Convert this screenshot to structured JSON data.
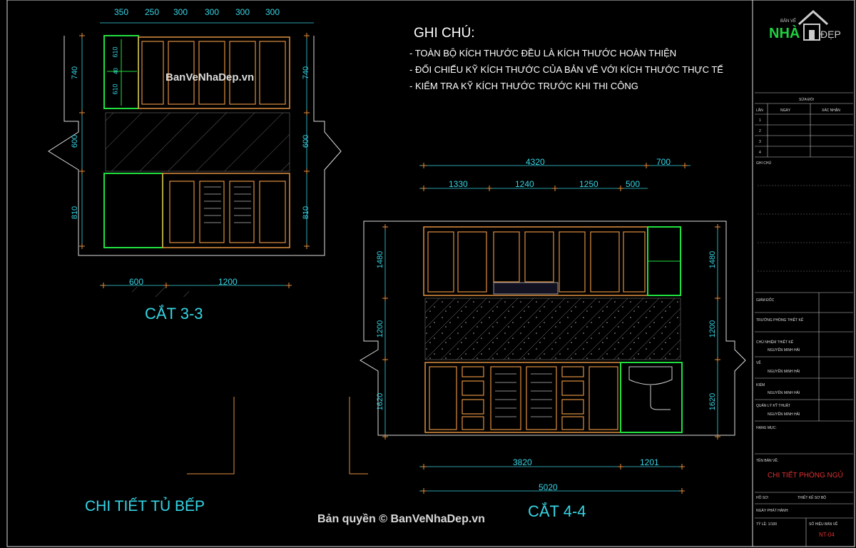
{
  "notes": {
    "title": "GHI CHÚ:",
    "items": [
      "- TOÀN BỘ KÍCH THƯỚC ĐỀU LÀ KÍCH THƯỚC HOÀN THIỆN",
      "- ĐỐI CHIẾU KỸ KÍCH THƯỚC CỦA BẢN VẼ VỚI KÍCH THƯỚC THỰC TẾ",
      "- KIỂM TRA KỸ KÍCH THƯỚC TRƯỚC KHI THI CÔNG"
    ]
  },
  "section_33": {
    "title": "CẮT 3-3",
    "top_dims": [
      "350",
      "250",
      "300",
      "300",
      "300",
      "300"
    ],
    "left_dims": [
      "740",
      "600",
      "810"
    ],
    "right_dims": [
      "740",
      "600",
      "810"
    ],
    "inner_dims": [
      "610",
      "610",
      "40"
    ],
    "bottom_dims": [
      "600",
      "1200"
    ]
  },
  "section_44": {
    "title": "CẮT 4-4",
    "top_total": "4320",
    "top_extra": "700",
    "top_dims": [
      "1330",
      "1240",
      "1250",
      "500"
    ],
    "left_dims": [
      "1480",
      "1200",
      "1620"
    ],
    "right_dims": [
      "1480",
      "1200",
      "1620"
    ],
    "bottom_dims": [
      "3820",
      "1201"
    ],
    "bottom_total": "5020"
  },
  "sheet_caption": "CHI TIẾT TỦ BẾP",
  "watermarks": {
    "top": "BanVeNhaDep.vn",
    "bottom": "Bản quyền © BanVeNhaDep.vn"
  },
  "title_block": {
    "logo_small": "BẢN VẼ",
    "logo_main": "NHÀ",
    "logo_side": "ĐẸP",
    "revision_header": "SỬA ĐỔI",
    "rev_col1": "LẦN",
    "rev_col2": "NGÀY",
    "rev_col3": "XÁC NHẬN",
    "rev_rows": [
      "1",
      "2",
      "3",
      "4"
    ],
    "notes_label": "GHI CHÚ",
    "director": "GIÁM ĐỐC",
    "head_design": "TRƯỞNG PHÒNG THIẾT KẾ",
    "chief_design": "CHỦ NHIỆM THIẾT KẾ",
    "chief_name": "NGUYỄN MINH HẢI",
    "drawn": "VẼ",
    "drawn_name": "NGUYỄN MINH HẢI",
    "checked": "KIỂM",
    "checked_name": "NGUYỄN MINH HẢI",
    "tech_manager": "QUẢN LÝ KỸ THUẬT",
    "tech_name": "NGUYỄN MINH HẢI",
    "category": "HẠNG MỤC:",
    "drawing_name_label": "TÊN BẢN VẼ:",
    "drawing_name": "CHI TIẾT PHÒNG NGỦ",
    "file_no_label": "HỒ SƠ:",
    "file_no_value": "THIẾT KẾ SƠ BỘ",
    "date_label": "NGÀY PHÁT HÀNH:",
    "scale_label": "TỶ LỆ: 1/100",
    "sheet_no_label": "SỐ HIỆU BẢN VẼ",
    "sheet_no": "NT-04"
  },
  "colors": {
    "cabinet": "#e09040",
    "highlight": "#20e040",
    "dimension": "#35d6e6",
    "frame": "#ffffff"
  }
}
